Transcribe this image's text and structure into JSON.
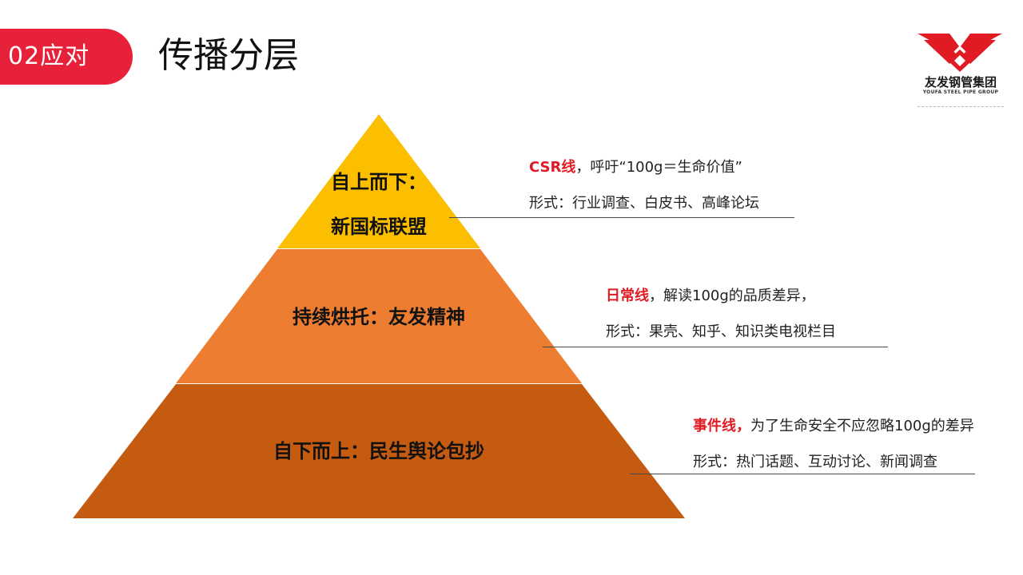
{
  "header": {
    "section_tag": "02应对",
    "title": "传播分层"
  },
  "logo": {
    "name_cn": "友发钢管集团",
    "name_en": "YOUFA STEEL PIPE GROUP"
  },
  "colors": {
    "accent_red": "#e8213a",
    "highlight_red": "#e01b24",
    "tier_top": "#fcbf00",
    "tier_middle": "#ed7d31",
    "tier_bottom": "#c55a11"
  },
  "pyramid": {
    "top": {
      "line1": "自上而下：",
      "line2": "新国标联盟"
    },
    "middle": {
      "label": "持续烘托：友发精神"
    },
    "bottom": {
      "label": "自下而上：民生舆论包抄"
    }
  },
  "annotations": [
    {
      "highlight": "CSR线",
      "text": "，呼吁“100g＝生命价值”",
      "form": "形式：行业调查、白皮书、高峰论坛"
    },
    {
      "highlight": "日常线",
      "text": "，解读100g的品质差异，",
      "form": "形式：果壳、知乎、知识类电视栏目"
    },
    {
      "highlight": "事件线，",
      "text": "为了生命安全不应忽略100g的差异",
      "form": "形式：热门话题、互动讨论、新闻调查"
    }
  ]
}
